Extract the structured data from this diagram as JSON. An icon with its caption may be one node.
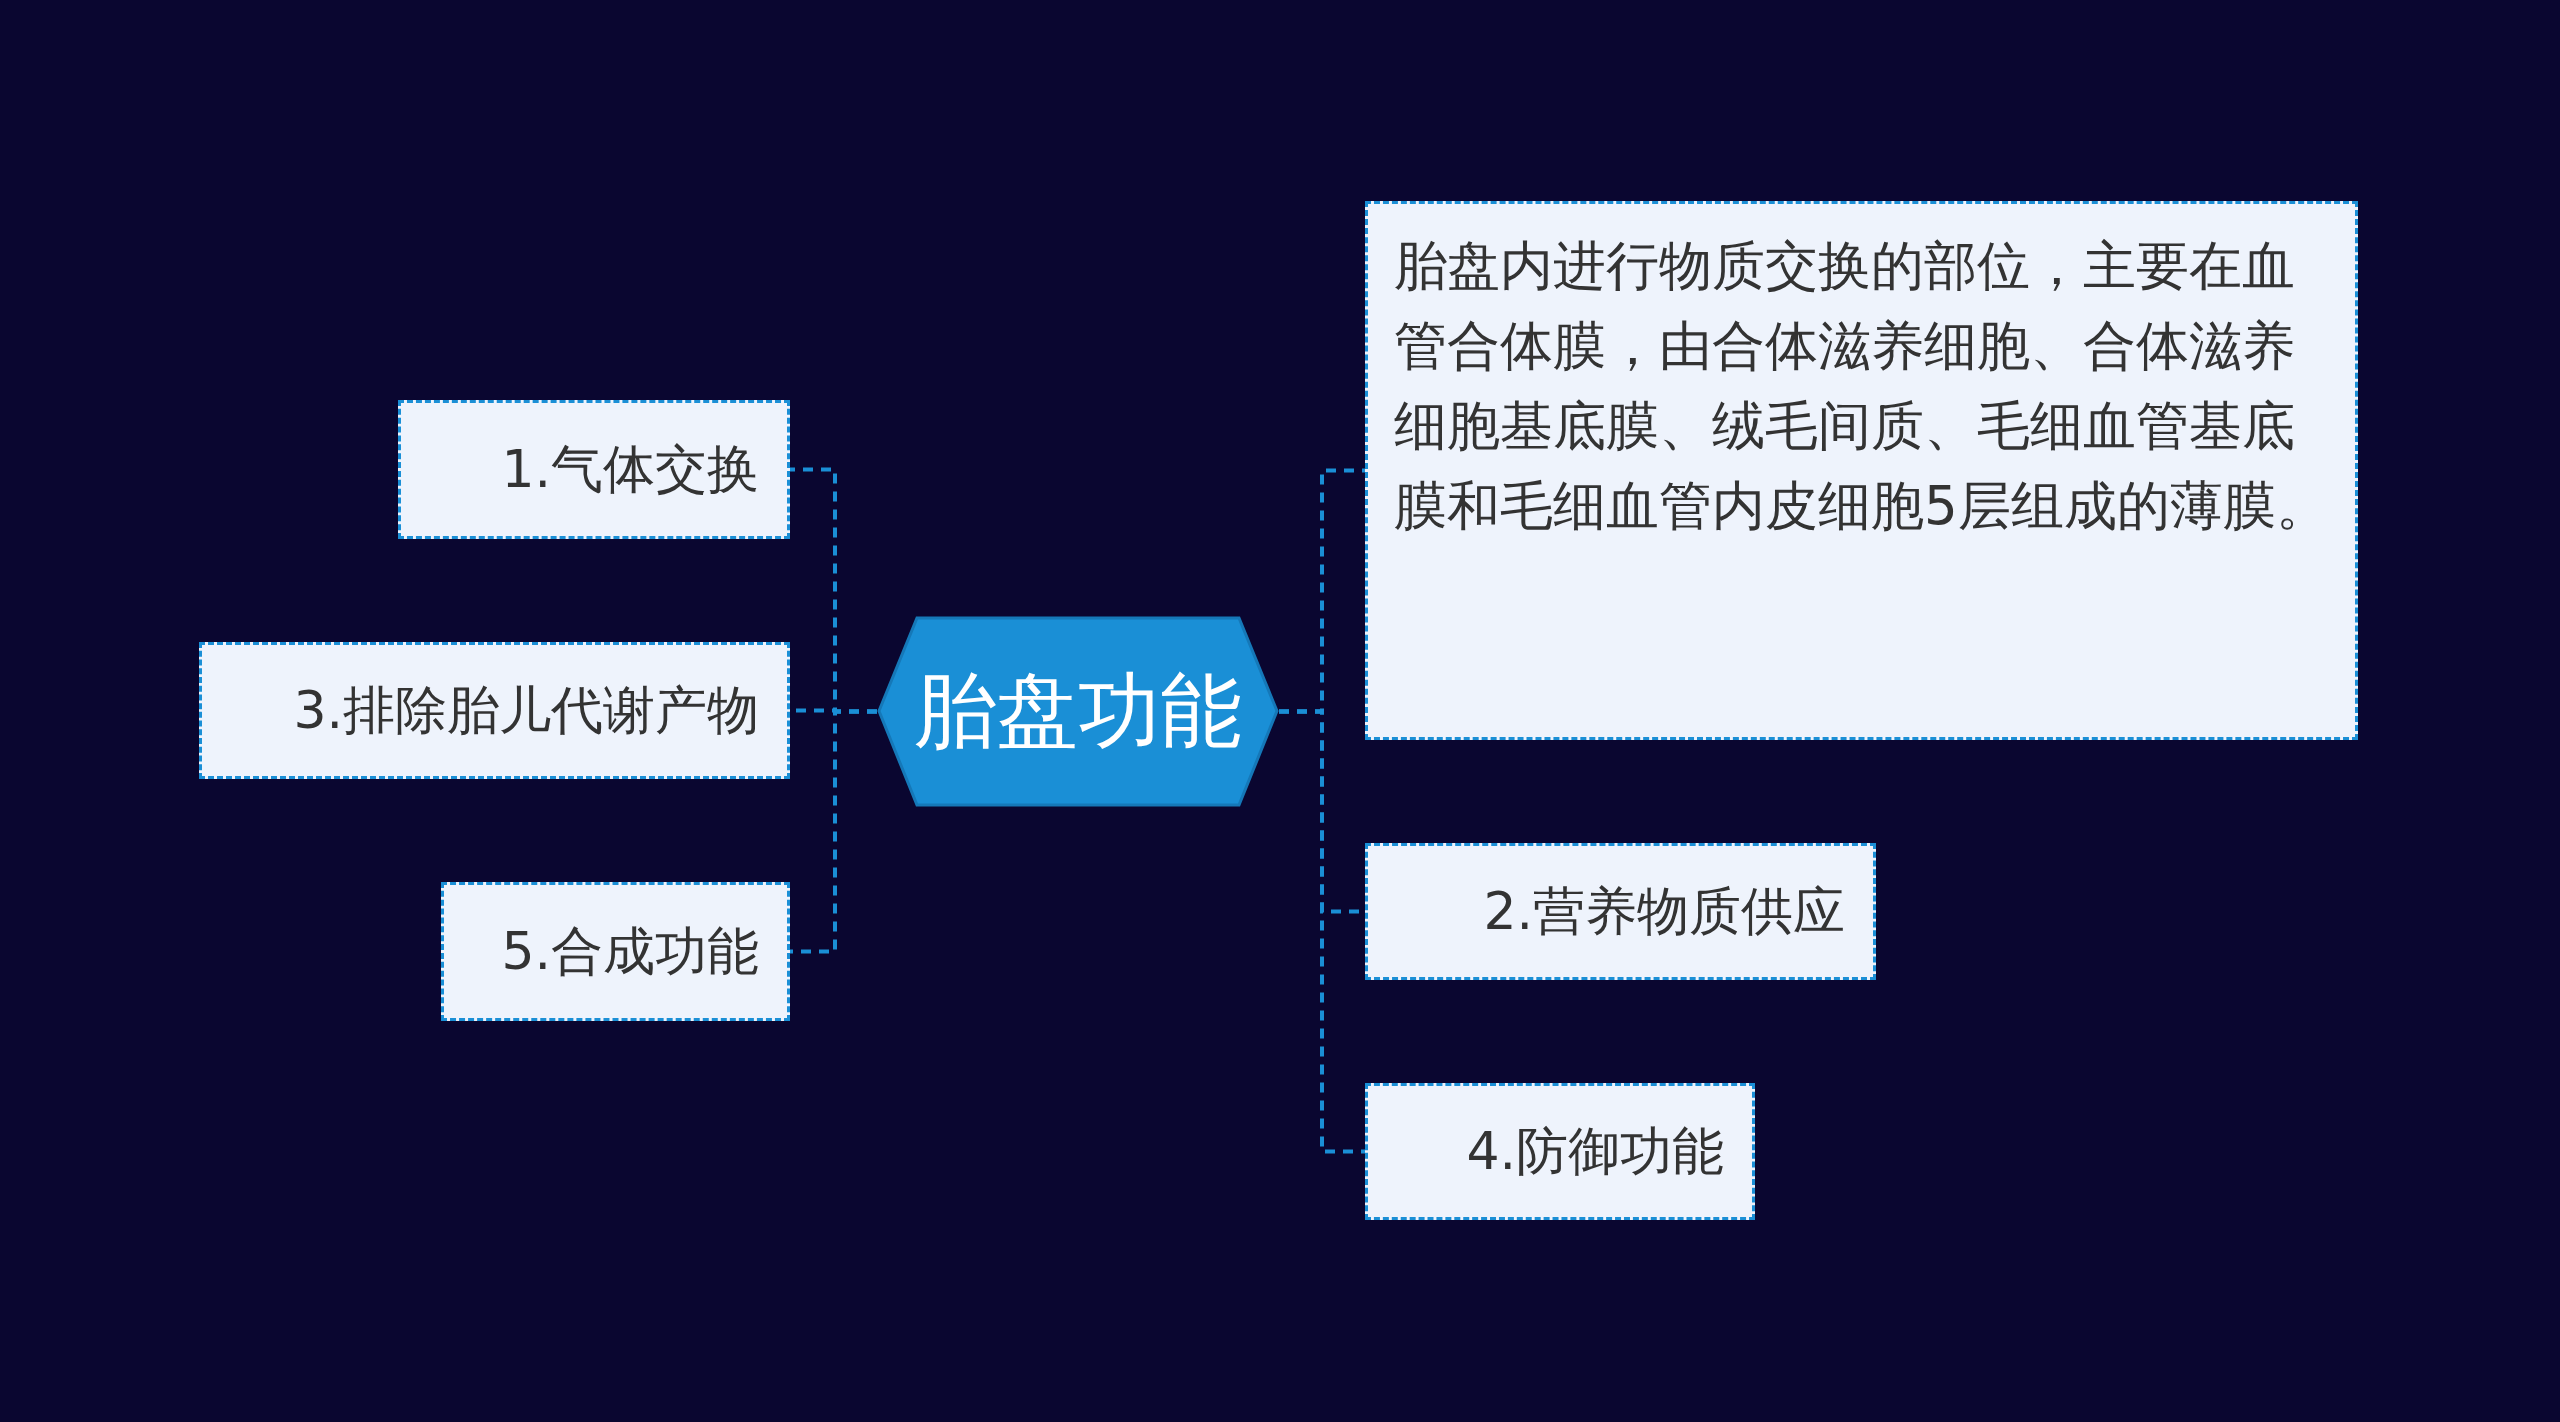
{
  "diagram": {
    "nodes": [
      {
        "text": [
          "胎盘功能"
        ]
      },
      {
        "text": [
          "1.气体交换"
        ]
      },
      {
        "text": [
          "3.排除胎儿代谢产物"
        ]
      },
      {
        "text": [
          "5.合成功能"
        ]
      },
      {
        "text": [
          "胎盘内进行物质交换的部位，主要在血管合体膜，由合体滋养细胞、合体滋养细胞基底膜、绒毛间质、毛细血管基底膜和毛细血管内皮细胞5层组成的薄膜。"
        ]
      },
      {
        "text": [
          "2.营养物质供应"
        ]
      },
      {
        "text": [
          "4.防御功能"
        ]
      }
    ],
    "edges": [
      {
        "from": 0,
        "to": 1,
        "arrow": "none"
      },
      {
        "from": 0,
        "to": 2,
        "arrow": "none"
      },
      {
        "from": 0,
        "to": 3,
        "arrow": "none"
      },
      {
        "from": 0,
        "to": 4,
        "arrow": "none"
      },
      {
        "from": 0,
        "to": 5,
        "arrow": "none"
      },
      {
        "from": 0,
        "to": 6,
        "arrow": "none"
      }
    ]
  }
}
